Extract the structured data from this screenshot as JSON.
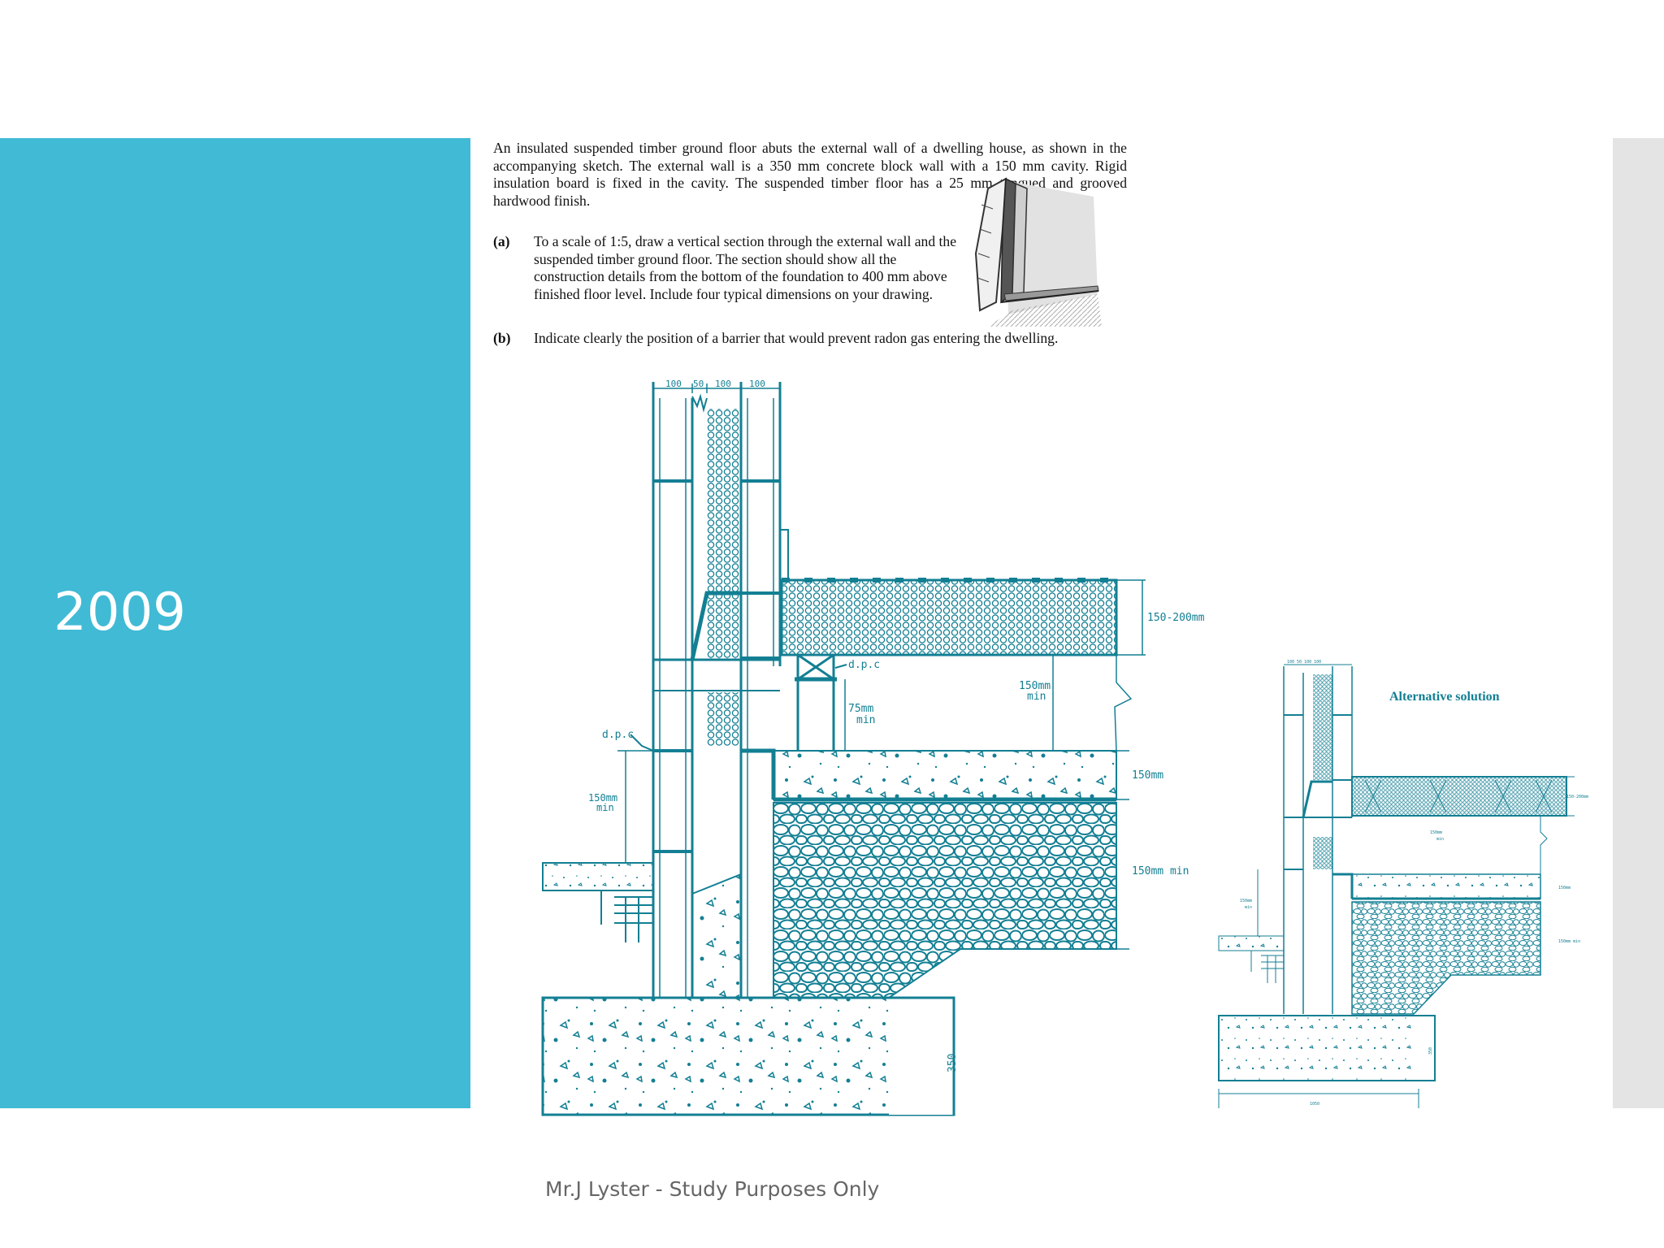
{
  "slide": {
    "year": "2009",
    "footer": "Mr.J Lyster - Study Purposes Only"
  },
  "question": {
    "intro": "An insulated suspended timber ground floor abuts the external wall of a dwelling house, as shown in the accompanying sketch. The external wall is a 350 mm concrete block wall with a 150 mm cavity. Rigid insulation board is fixed in the cavity. The suspended timber floor has a 25 mm tongued and grooved hardwood finish.",
    "part_a_label": "(a)",
    "part_a_text": "To a scale of 1:5, draw a vertical section through the external wall and the suspended timber ground floor. The section should show all the construction details from the bottom of the foundation to 400 mm above finished floor level. Include four typical dimensions on your drawing.",
    "part_b_label": "(b)",
    "part_b_text": "Indicate clearly the position of a barrier that would prevent radon gas entering the dwelling."
  },
  "main_drawing": {
    "dim_block": "100",
    "dim_cavity": "50",
    "dim_insulation": "100",
    "dim_inner": "100",
    "dim_floor": "150-200mm",
    "dim_void": "150mm",
    "dim_void_min": "min",
    "dim_wallplate": "75mm",
    "dim_wallplate_min": "min",
    "dim_dpc_top": "d.p.c",
    "dim_dpc_left": "d.p.c",
    "dim_ground": "150mm",
    "dim_ground_min": "min",
    "dim_slab": "150mm",
    "dim_hardcore": "150mm min",
    "dim_foundation": "350"
  },
  "alt_drawing": {
    "title": "Alternative solution",
    "dim_top": "100  50  100  100",
    "dim_floor": "150-200mm",
    "dim_void": "150mm",
    "dim_void_min": "min",
    "dim_slab": "150mm",
    "dim_hardcore": "150mm min",
    "dim_ground": "150mm",
    "dim_ground_min": "min",
    "dim_foundation": "350",
    "dim_width": "1050"
  },
  "colors": {
    "band": "#41BAD5",
    "drawing": "#137F93",
    "right_band": "#E4E4E4"
  }
}
